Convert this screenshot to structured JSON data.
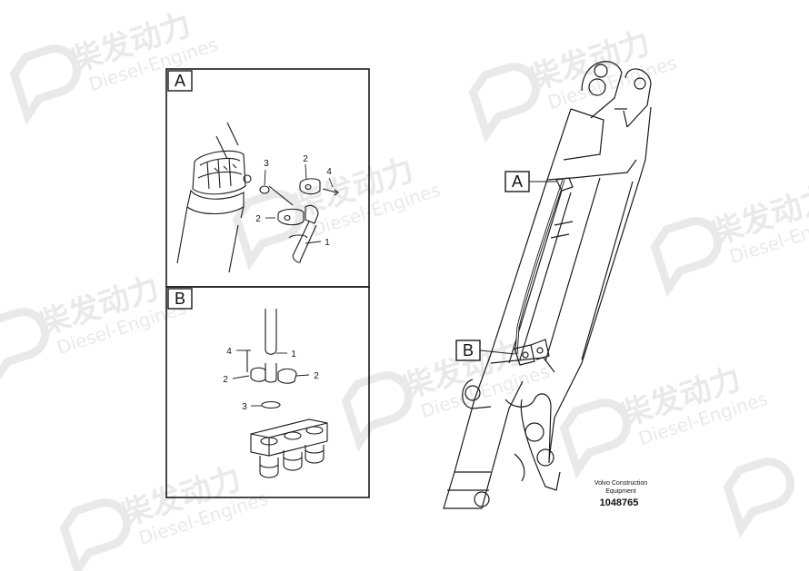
{
  "detail_a": {
    "tag": "A",
    "callouts": [
      "3",
      "2",
      "4",
      "2",
      "1"
    ]
  },
  "detail_b": {
    "tag": "B",
    "callouts": [
      "1",
      "4",
      "2",
      "2",
      "3"
    ]
  },
  "boom_tags": {
    "a": "A",
    "b": "B"
  },
  "caption": {
    "maker_line1": "Volvo Construction",
    "maker_line2": "Equipment",
    "part_number": "1048765"
  },
  "watermark": {
    "cn": "柴发动力",
    "en": "Diesel-Engines",
    "color": "#d8d8d8"
  },
  "line_color": "#1a1a1a"
}
